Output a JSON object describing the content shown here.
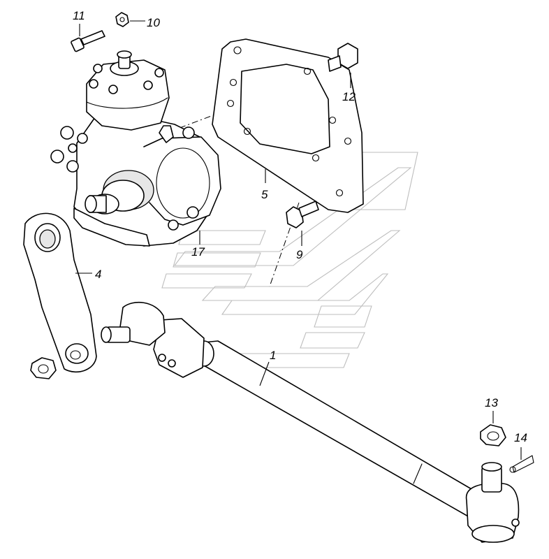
{
  "callouts": [
    {
      "id": "part-1",
      "label": "1"
    },
    {
      "id": "part-4",
      "label": "4"
    },
    {
      "id": "part-5",
      "label": "5"
    },
    {
      "id": "part-9",
      "label": "9"
    },
    {
      "id": "part-10",
      "label": "10"
    },
    {
      "id": "part-11",
      "label": "11"
    },
    {
      "id": "part-12",
      "label": "12"
    },
    {
      "id": "part-13",
      "label": "13"
    },
    {
      "id": "part-14",
      "label": "14"
    },
    {
      "id": "part-17",
      "label": "17"
    }
  ]
}
